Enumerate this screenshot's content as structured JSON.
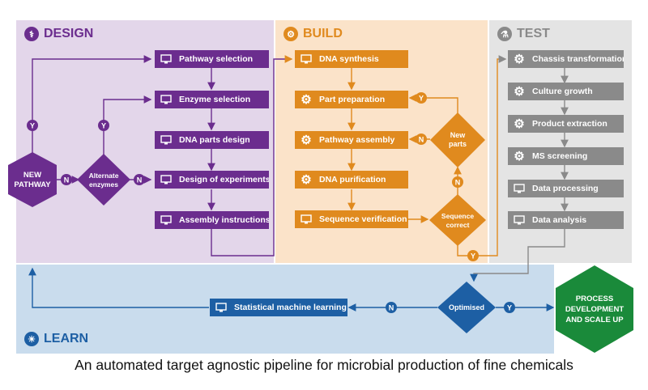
{
  "phases": {
    "design": "DESIGN",
    "build": "BUILD",
    "test": "TEST",
    "learn": "LEARN"
  },
  "design": {
    "boxes": [
      "Pathway selection",
      "Enzyme selection",
      "DNA parts design",
      "Design of experiments",
      "Assembly instructions"
    ],
    "new_pathway": [
      "NEW",
      "PATHWAY"
    ],
    "alternate": [
      "Alternate",
      "enzymes"
    ]
  },
  "build": {
    "boxes": [
      "DNA synthesis",
      "Part preparation",
      "Pathway assembly",
      "DNA purification",
      "Sequence verification"
    ],
    "new_parts": [
      "New",
      "parts"
    ],
    "sequence_correct": [
      "Sequence",
      "correct"
    ]
  },
  "test": {
    "boxes": [
      "Chassis transformation",
      "Culture growth",
      "Product extraction",
      "MS screening",
      "Data processing",
      "Data analysis"
    ]
  },
  "learn": {
    "box": "Statistical machine learning",
    "optimised": "Optimised"
  },
  "outcome": [
    "PROCESS",
    "DEVELOPMENT",
    "AND SCALE UP"
  ],
  "labels": {
    "yes": "Y",
    "no": "N"
  },
  "caption": "An automated target agnostic pipeline for microbial production of fine chemicals",
  "colors": {
    "design_bg": "#e3d6ea",
    "design": "#6b2d8e",
    "build_bg": "#fbe3c9",
    "build": "#e08a1e",
    "test_bg": "#e4e4e4",
    "test": "#8a8a8a",
    "learn_bg": "#c9dced",
    "learn": "#1d5fa4",
    "outcome": "#1a8a3a"
  }
}
